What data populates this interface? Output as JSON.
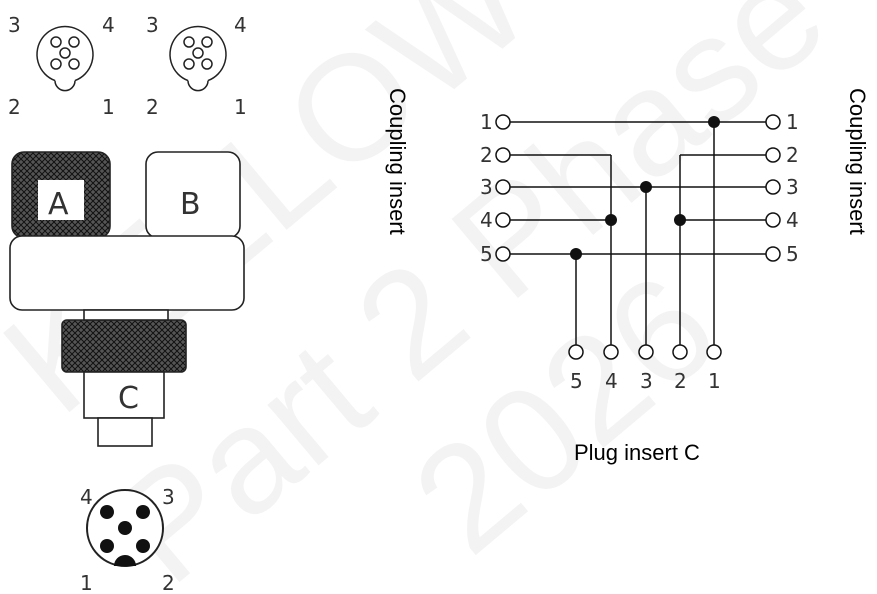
{
  "watermark": [
    "KELLOW",
    "Part 2 Phase",
    "2026"
  ],
  "connectors_top": [
    {
      "pins": [
        "3",
        "4",
        "2",
        "1"
      ]
    },
    {
      "pins": [
        "3",
        "4",
        "2",
        "1"
      ]
    }
  ],
  "adapter": {
    "label_a": "A",
    "label_b": "B",
    "label_c": "C"
  },
  "connector_bottom": {
    "pins": [
      "4",
      "3",
      "1",
      "2"
    ]
  },
  "wiring": {
    "left_title": "Coupling insert",
    "right_title": "Coupling insert",
    "bottom_title": "Plug insert  C",
    "left_pins": [
      "1",
      "2",
      "3",
      "4",
      "5"
    ],
    "right_pins": [
      "1",
      "2",
      "3",
      "4",
      "5"
    ],
    "bottom_pins": [
      "5",
      "4",
      "3",
      "2",
      "1"
    ]
  },
  "colors": {
    "line": "#111111",
    "text": "#333333"
  }
}
